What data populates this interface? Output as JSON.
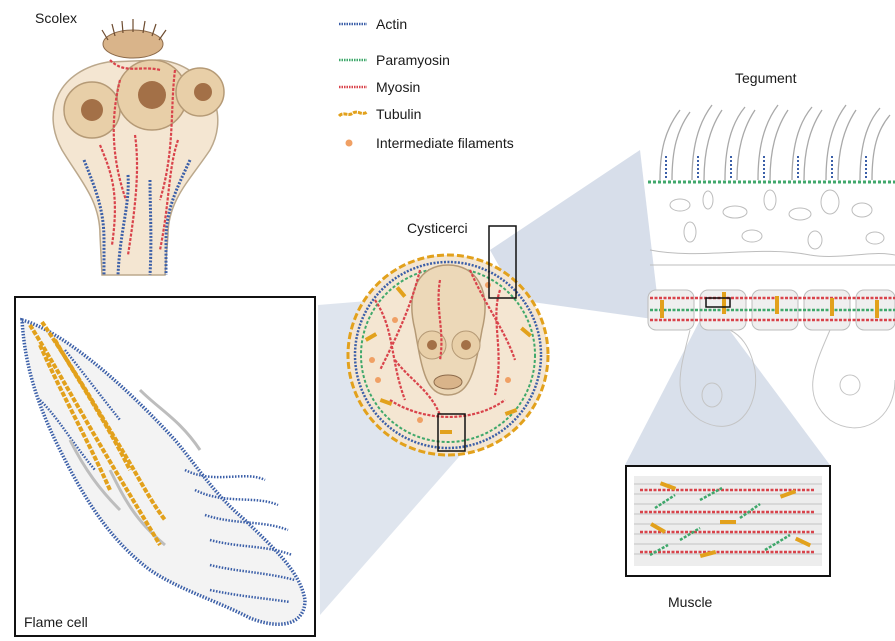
{
  "labels": {
    "scolex": "Scolex",
    "cysticerci": "Cysticerci",
    "tegument": "Tegument",
    "flame_cell": "Flame cell",
    "muscle": "Muscle"
  },
  "legend": [
    {
      "label": "Actin",
      "color": "#3b5fa8",
      "icon": "actin-strand-icon"
    },
    {
      "label": "Paramyosin",
      "color": "#3fa86b",
      "icon": "paramyosin-strand-icon"
    },
    {
      "label": "Myosin",
      "color": "#d9434b",
      "icon": "myosin-strand-icon"
    },
    {
      "label": "Tubulin",
      "color": "#e2a11c",
      "icon": "tubulin-strand-icon"
    },
    {
      "label": "Intermediate filaments",
      "color": "#f0a064",
      "icon": "intermediate-filament-dot-icon"
    }
  ],
  "colors": {
    "actin": "#3b5fa8",
    "paramyosin": "#3fa86b",
    "myosin": "#d9434b",
    "tubulin": "#e2a11c",
    "intermediate": "#f0a064",
    "body_fill": "#f4e6d2",
    "connector": "#c9d3e3"
  }
}
